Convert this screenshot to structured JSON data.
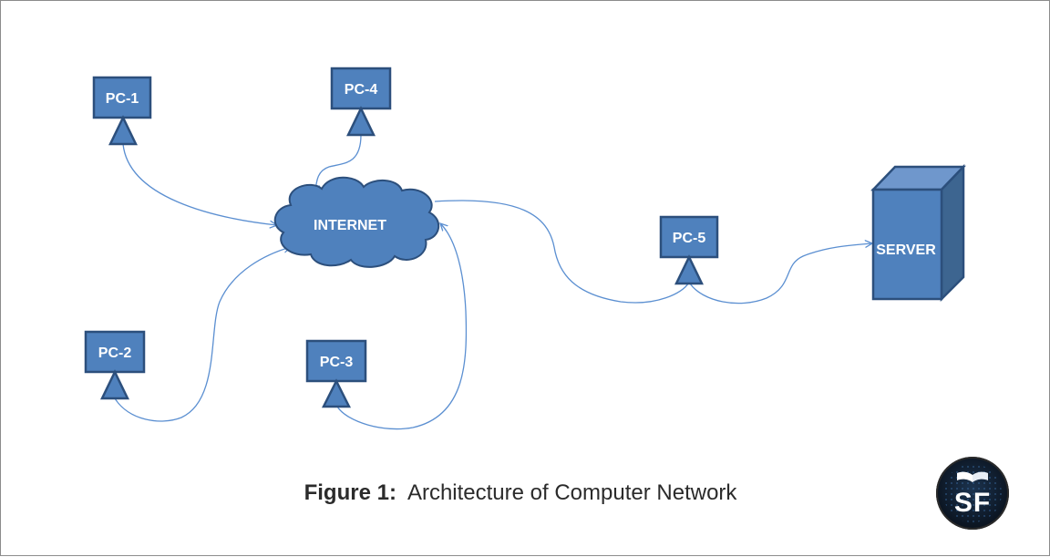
{
  "nodes": {
    "pc1": "PC-1",
    "pc2": "PC-2",
    "pc3": "PC-3",
    "pc4": "PC-4",
    "pc5": "PC-5",
    "internet": "INTERNET",
    "server": "SERVER"
  },
  "caption": {
    "number": "Figure 1:",
    "text": "Architecture of Computer Network"
  },
  "logo": {
    "text": "SF"
  },
  "colors": {
    "node_fill": "#4f81bd",
    "node_stroke": "#2c4f7c",
    "link": "#5b8fd1",
    "server_side": "#3d6590",
    "server_top": "#6f97cc"
  }
}
